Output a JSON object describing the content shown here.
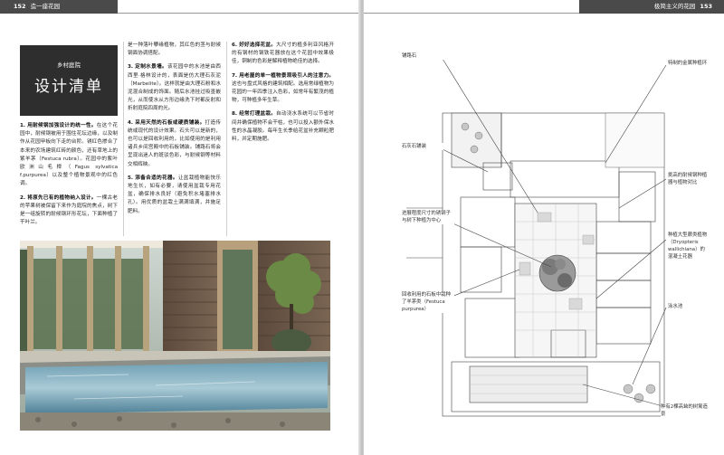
{
  "left_page": {
    "page_number": "152",
    "running_title": "造一座花园",
    "kicker": "乡村庭院",
    "title": "设计清单",
    "paragraphs": [
      {
        "lead": "1. 用耐候钢加强设计的统一性。",
        "body": "在这个花园中，耐候钢被用于围住花坛边缘，以及制作从花园甲板向下走的台阶。锈红色掺合了本来的农场建筑红砖的颜色，还有草地上的紫羊茅（Festuca rubra）。花园中的紫叶欧洲山毛榉（Fagus sylvatica f.purpurea）以及整个植物景观中的红色调。"
      },
      {
        "lead": "2. 将原先已有的植物纳入设计。",
        "body": "一棵古老的苹果树被保留下来作为庭院的焦点，树下是一组旋转的耐候钢环形花坛，下面种植了干叶兰。"
      },
      {
        "lead": "",
        "body": "是一种落叶攀缘植物，其红色的茎与耐候钢面协调搭配。"
      },
      {
        "lead": "3. 定制水景墙。",
        "body": "该花园中的水池是由西西里·格林设计的，表面是仿大理石灰泥（Marbelite）。这样就是由大理石粉和水泥混合制成的饰面。随后水池挂过吸墨嵌光，从而使水从方形边缘洗下时都反射和折射庭院四周的光。"
      },
      {
        "lead": "4. 采用天然的石板或硬质铺装。",
        "body": "打造传统或现代的设计效果。石头可以是新的，也可以是回收利用的，比如使用的是利用诸兵乡间宫殿中的石板铺装。铺路石将会呈现出迷人的斑驳色彩，与耐候钢等材料交相辉映。"
      },
      {
        "lead": "5. 添备合适的花器。",
        "body": "让盆栽植物能快乐地生长，如有必要，请使用盆栽专用花盆，确保排水良好（避免积水堵塞排水孔）。用优质的盆栽土满满填满，并施足肥料。"
      },
      {
        "lead": "6. 好好选择花盆。",
        "body": "大尺寸的植多利亚风格开的有钢材的钢铁花器放在这个花园中效果极佳，铜制的色彩是解释植物绝佳的选择。"
      },
      {
        "lead": "7. 用老屋的单一植物景观吸引人的注意力。",
        "body": "这也与盘式风格的建筑相配。选用常绿植物为花园的一年四季注入色彩，如常年有繁茂的植物，可种植多年生草。"
      },
      {
        "lead": "8. 经常打理盆栽。",
        "body": "自动浇水系统可以节省时间并确保植物不会干枯，也可以投入额外保水性的水晶凝胶。每年生长季给花盆补充颗粒肥料，并定期施肥。"
      }
    ]
  },
  "right_page": {
    "page_number": "153",
    "running_title": "极简主义的花园",
    "annotations": [
      "铺路石",
      "石灰石铺装",
      "进展程度尺寸的锈钢子与树下种植为中心",
      "回收利用的石板中栽种了羊茅类（Festuca purpurea）",
      "特制的金属种植环",
      "挑高的耐候钢种植器与植物对比",
      "种植大型蕨类植物（Dryopteris wallichiana）的混凝土花器",
      "泳水池",
      "种有2棵高耸的树篱造景"
    ]
  }
}
